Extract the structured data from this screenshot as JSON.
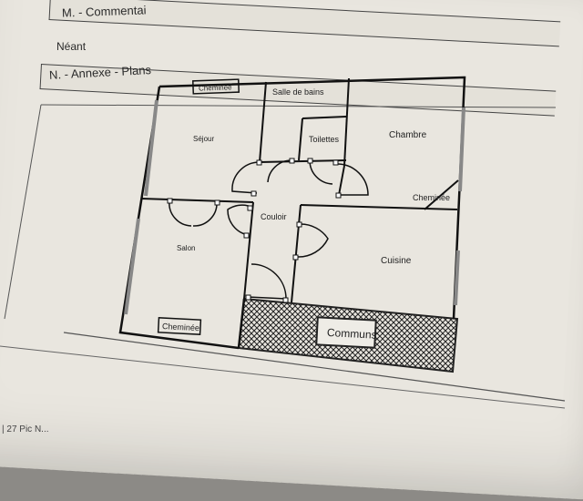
{
  "headings": {
    "section_m": "M. - Commentai",
    "neant": "Néant",
    "section_n": "N. - Annexe  - Plans"
  },
  "plan": {
    "rooms": {
      "cheminee_top": "Cheminée",
      "salle_de_bains": "Salle de bains",
      "sejour": "Séjour",
      "toilettes": "Toilettes",
      "chambre": "Chambre",
      "cheminee_right": "Cheminée",
      "couloir": "Couloir",
      "salon": "Salon",
      "cuisine": "Cuisine",
      "cheminee_bottom": "Cheminée",
      "communs": "Communs"
    }
  },
  "footer": {
    "page_ref": "| 27 Pic N..."
  }
}
